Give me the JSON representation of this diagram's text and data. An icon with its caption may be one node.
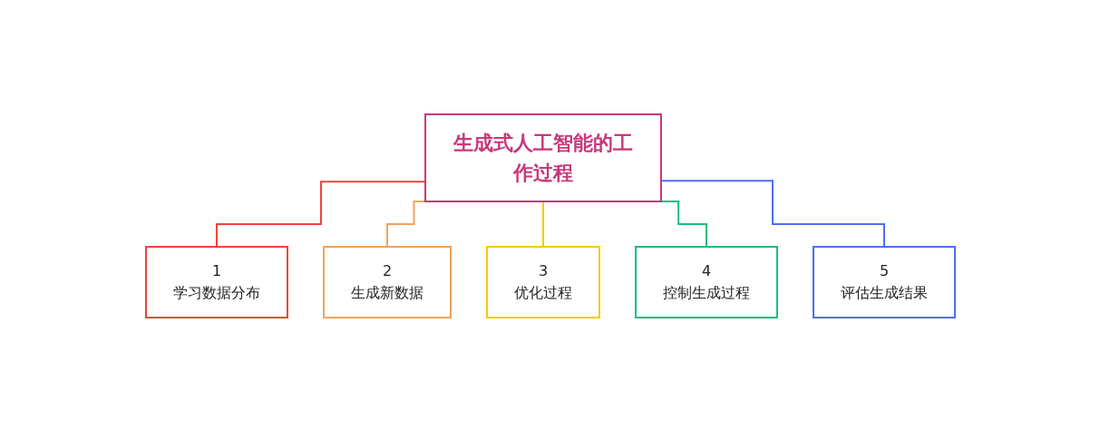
{
  "diagram": {
    "nodes": [
      {
        "text": [
          "生成式人工智能的工作过程"
        ]
      },
      {
        "text": [
          "1",
          "学习数据分布"
        ]
      },
      {
        "text": [
          "2",
          "生成新数据"
        ]
      },
      {
        "text": [
          "3",
          "优化过程"
        ]
      },
      {
        "text": [
          "4",
          "控制生成过程"
        ]
      },
      {
        "text": [
          "5",
          "评估生成结果"
        ]
      }
    ],
    "edges": [
      {
        "from": 0,
        "to": 1,
        "arrow": "none",
        "color": "#f04438"
      },
      {
        "from": 0,
        "to": 2,
        "arrow": "none",
        "color": "#f4a259"
      },
      {
        "from": 0,
        "to": 3,
        "arrow": "none",
        "color": "#f2cc0c"
      },
      {
        "from": 0,
        "to": 4,
        "arrow": "none",
        "color": "#1ebc7c"
      },
      {
        "from": 0,
        "to": 5,
        "arrow": "none",
        "color": "#4e6ef2"
      }
    ]
  }
}
